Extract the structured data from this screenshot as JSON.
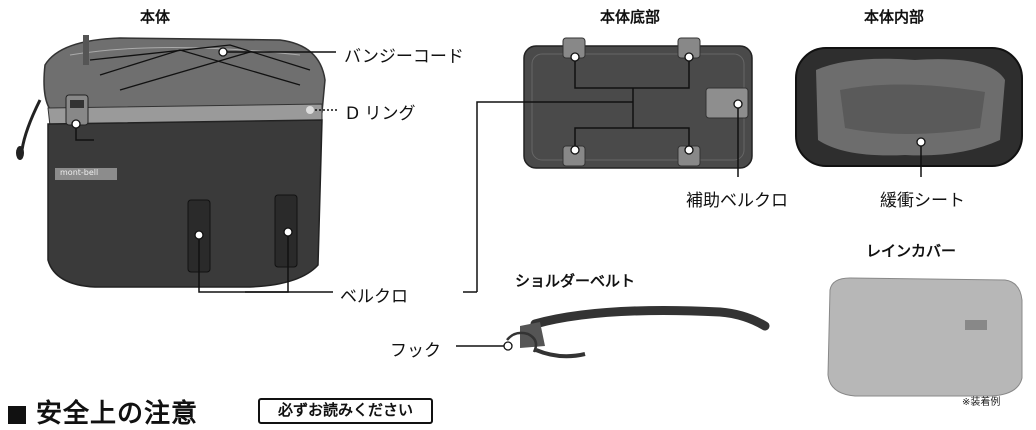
{
  "sections": {
    "main_body": "本体",
    "bottom": "本体底部",
    "inside": "本体内部",
    "shoulder_belt": "ショルダーベルト",
    "rain_cover": "レインカバー"
  },
  "labels": {
    "bungee": "バンジーコード",
    "d_ring": "D リング",
    "velcro": "ベルクロ",
    "aux_velcro": "補助ベルクロ",
    "cushion": "緩衝シート",
    "hook": "フック"
  },
  "product_badge": "mont-bell",
  "footer": {
    "heading": "安全上の注意",
    "notice": "必ずお読みください",
    "note": "※装着例"
  }
}
